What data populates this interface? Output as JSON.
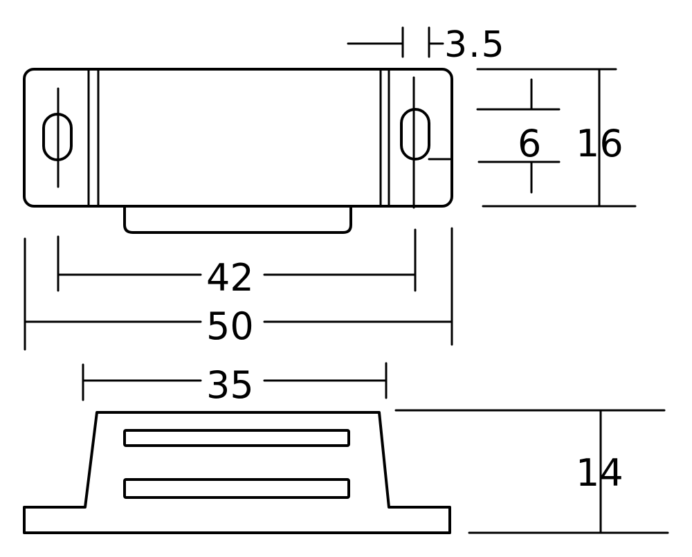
{
  "dimensions": {
    "gap": "3.5",
    "slot_height": "6",
    "body_height": "16",
    "hole_spacing": "42",
    "overall_length": "50",
    "top_width": "35",
    "side_height": "14"
  }
}
